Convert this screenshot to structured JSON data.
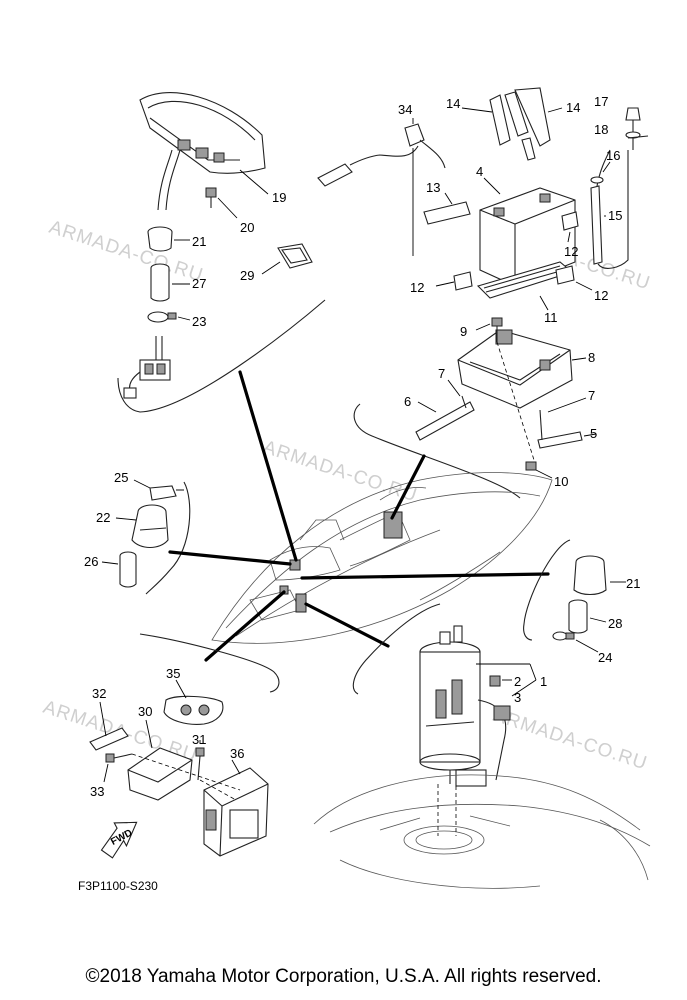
{
  "diagram": {
    "watermark_text": "ARMADA-CO.RU",
    "figure_code": "F3P1100-S230",
    "fwd_label": "FWD",
    "copyright": "©2018 Yamaha Motor Corporation, U.S.A. All rights reserved.",
    "part_labels": {
      "p1": "1",
      "p2": "2",
      "p3": "3",
      "p4": "4",
      "p5": "5",
      "p6": "6",
      "p7a": "7",
      "p7b": "7",
      "p8": "8",
      "p9": "9",
      "p10": "10",
      "p11": "11",
      "p12a": "12",
      "p12b": "12",
      "p12c": "12",
      "p13": "13",
      "p14a": "14",
      "p14b": "14",
      "p15": "15",
      "p16": "16",
      "p17": "17",
      "p18": "18",
      "p19": "19",
      "p20": "20",
      "p21a": "21",
      "p21b": "21",
      "p22": "22",
      "p23": "23",
      "p24": "24",
      "p25": "25",
      "p26": "26",
      "p27": "27",
      "p28": "28",
      "p29": "29",
      "p30": "30",
      "p31": "31",
      "p32": "32",
      "p33": "33",
      "p34": "34",
      "p35": "35",
      "p36": "36"
    }
  }
}
